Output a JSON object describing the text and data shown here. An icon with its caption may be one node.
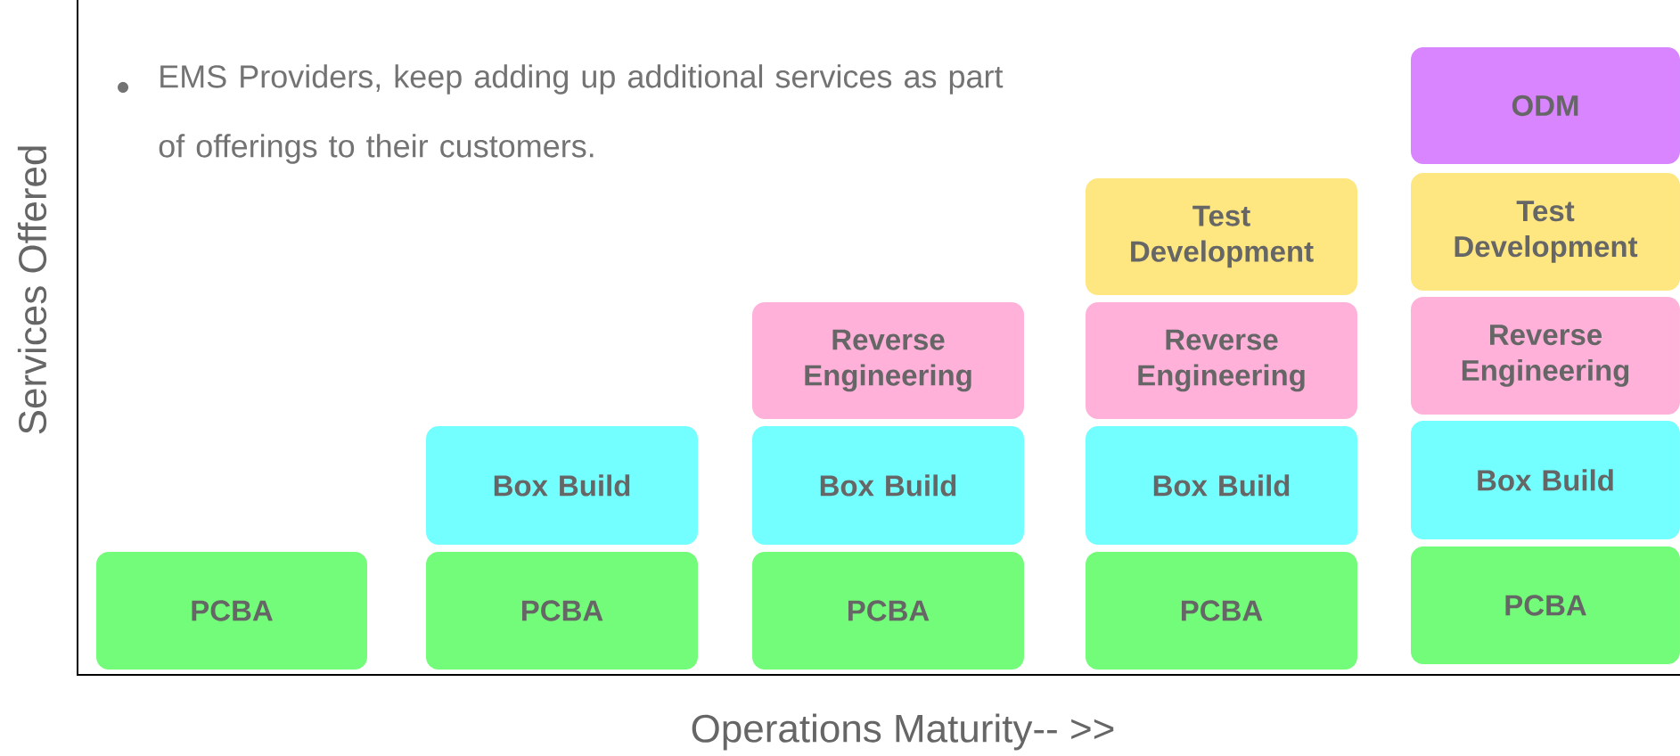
{
  "diagram": {
    "nodes": [
      {
        "text": [
          "PCBA"
        ]
      },
      {
        "text": [
          "Box Build"
        ]
      },
      {
        "text": [
          "PCBA"
        ]
      },
      {
        "text": [
          "Reverse Engineering"
        ]
      },
      {
        "text": [
          "Box Build"
        ]
      },
      {
        "text": [
          "PCBA"
        ]
      },
      {
        "text": [
          "Test Development"
        ]
      },
      {
        "text": [
          "Reverse Engineering"
        ]
      },
      {
        "text": [
          "Box Build"
        ]
      },
      {
        "text": [
          "PCBA"
        ]
      },
      {
        "text": [
          "ODM"
        ]
      },
      {
        "text": [
          "Test Development"
        ]
      },
      {
        "text": [
          "Reverse Engineering"
        ]
      },
      {
        "text": [
          "Box Build"
        ]
      },
      {
        "text": [
          "PCBA"
        ]
      }
    ],
    "labels": [
      "EMS Providers, keep adding up additional services as part of offerings to their customers.",
      "Services Offered",
      "Operations Maturity-- >>"
    ]
  }
}
